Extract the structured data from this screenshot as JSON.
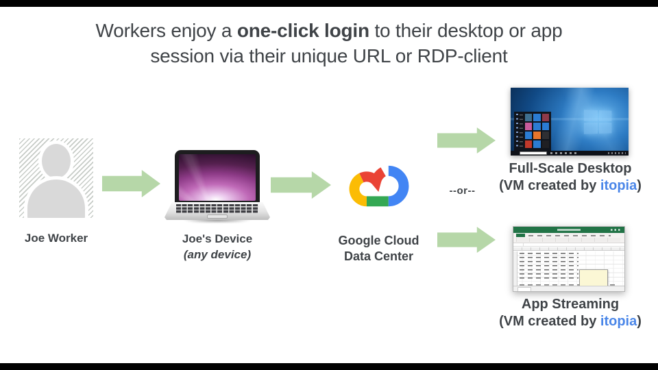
{
  "title": {
    "line1_pre": "Workers enjoy a ",
    "line1_bold": "one-click login",
    "line1_post": " to their desktop or app",
    "line2": "session via their unique URL or RDP-client"
  },
  "flow": {
    "worker": {
      "label": "Joe Worker"
    },
    "device": {
      "label": "Joe's Device",
      "sublabel": "(any device)"
    },
    "cloud": {
      "label_line1": "Google Cloud",
      "label_line2": "Data Center"
    },
    "or_label": "--or--",
    "desktop": {
      "label": "Full-Scale Desktop",
      "sub_pre": "(VM created by ",
      "brand": "itopia",
      "sub_post": ")"
    },
    "streaming": {
      "label": "App Streaming",
      "sub_pre": "(VM created by ",
      "brand": "itopia",
      "sub_post": ")"
    }
  },
  "colors": {
    "background": "#ffffff",
    "letterbox": "#000000",
    "arrow_green": "#b6d7a8",
    "text_dark": "#3f4347",
    "itopia_blue": "#4a86e8",
    "gcp_red": "#ea4335",
    "gcp_blue": "#4285f4",
    "gcp_yellow": "#fbbc04",
    "gcp_green": "#34a853",
    "excel_green": "#217346",
    "windows_blue": "#2e7cc4"
  },
  "decor": {
    "start_menu_tile_colors": [
      "#3f6f8f",
      "#2b7cd3",
      "#8f3a4a",
      "#c75b9b",
      "#2b7cd3",
      "#2b7cd3",
      "#2b7cd3",
      "#e8762c",
      "#2f2f33",
      "#c0392b",
      "#2b7cd3",
      "#1f1f23"
    ]
  }
}
